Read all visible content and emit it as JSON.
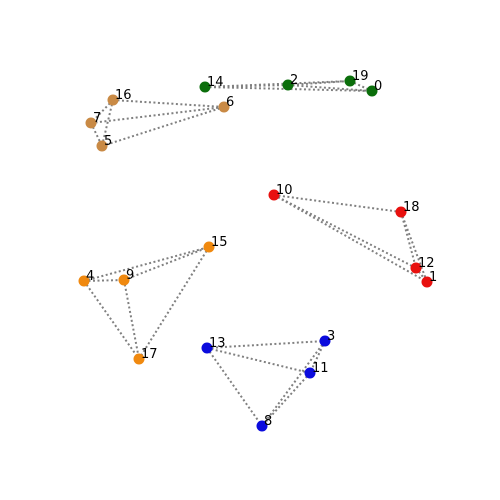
{
  "colors": {
    "edge": "#808080",
    "green": "#0b6e0b",
    "brown": "#c98a45",
    "red": "#e8110f",
    "orange": "#f0890f",
    "blue": "#0b0bdd"
  },
  "nodes": [
    {
      "id": "0",
      "label": "0",
      "group": "green"
    },
    {
      "id": "1",
      "label": "1",
      "group": "red"
    },
    {
      "id": "2",
      "label": "2",
      "group": "green"
    },
    {
      "id": "3",
      "label": "3",
      "group": "blue"
    },
    {
      "id": "4",
      "label": "4",
      "group": "orange"
    },
    {
      "id": "5",
      "label": "5",
      "group": "brown"
    },
    {
      "id": "6",
      "label": "6",
      "group": "brown"
    },
    {
      "id": "7",
      "label": "7",
      "group": "brown"
    },
    {
      "id": "8",
      "label": "8",
      "group": "blue"
    },
    {
      "id": "9",
      "label": "9",
      "group": "orange"
    },
    {
      "id": "10",
      "label": "10",
      "group": "red"
    },
    {
      "id": "11",
      "label": "11",
      "group": "blue"
    },
    {
      "id": "12",
      "label": "12",
      "group": "red"
    },
    {
      "id": "13",
      "label": "13",
      "group": "blue"
    },
    {
      "id": "14",
      "label": "14",
      "group": "green"
    },
    {
      "id": "15",
      "label": "15",
      "group": "orange"
    },
    {
      "id": "16",
      "label": "16",
      "group": "brown"
    },
    {
      "id": "17",
      "label": "17",
      "group": "orange"
    },
    {
      "id": "18",
      "label": "18",
      "group": "red"
    },
    {
      "id": "19",
      "label": "19",
      "group": "green"
    }
  ],
  "edges": [
    [
      "14",
      "2"
    ],
    [
      "14",
      "19"
    ],
    [
      "14",
      "0"
    ],
    [
      "2",
      "19"
    ],
    [
      "2",
      "0"
    ],
    [
      "19",
      "0"
    ],
    [
      "16",
      "7"
    ],
    [
      "16",
      "5"
    ],
    [
      "16",
      "6"
    ],
    [
      "7",
      "6"
    ],
    [
      "5",
      "6"
    ],
    [
      "7",
      "5"
    ],
    [
      "10",
      "18"
    ],
    [
      "10",
      "12"
    ],
    [
      "10",
      "1"
    ],
    [
      "18",
      "12"
    ],
    [
      "18",
      "1"
    ],
    [
      "12",
      "1"
    ],
    [
      "4",
      "9"
    ],
    [
      "4",
      "15"
    ],
    [
      "4",
      "17"
    ],
    [
      "9",
      "15"
    ],
    [
      "9",
      "17"
    ],
    [
      "15",
      "17"
    ],
    [
      "13",
      "3"
    ],
    [
      "13",
      "11"
    ],
    [
      "13",
      "8"
    ],
    [
      "3",
      "8"
    ],
    [
      "11",
      "8"
    ],
    [
      "3",
      "11"
    ]
  ]
}
